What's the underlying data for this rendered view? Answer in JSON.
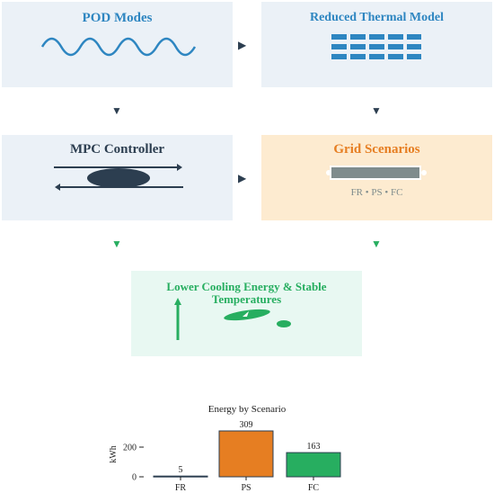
{
  "nodes": {
    "pod_modes": {
      "title": "POD Modes"
    },
    "reduced_thermal_model": {
      "title": "Reduced Thermal Model"
    },
    "mpc_controller": {
      "title": "MPC Controller"
    },
    "grid_scenarios": {
      "title": "Grid Scenarios",
      "subtitle": "FR • PS • FC"
    },
    "outcome": {
      "title": "Lower Cooling Energy & Stable Temperatures"
    }
  },
  "arrows": {
    "right": "▶",
    "down": "▼"
  },
  "colors": {
    "blue_box": "#ebf1f7",
    "orange_box": "#fdebd0",
    "green_box": "#e8f8f2",
    "blue_text": "#2e86c1",
    "dark_text": "#2c3e50",
    "orange_text": "#e67e22",
    "green_text": "#27ae60"
  },
  "chart_data": {
    "type": "bar",
    "title": "Energy by Scenario",
    "ylabel": "kWh",
    "xlabel": "",
    "categories": [
      "FR",
      "PS",
      "FC"
    ],
    "values": [
      5,
      309,
      163
    ],
    "data_labels": [
      "5",
      "309",
      "163"
    ],
    "yticks": [
      0,
      200
    ],
    "ytick_labels": [
      "0",
      "200"
    ],
    "ylim": [
      0,
      309
    ],
    "bar_colors": [
      "#2c3e50",
      "#e67e22",
      "#27ae60"
    ],
    "grid": false
  }
}
